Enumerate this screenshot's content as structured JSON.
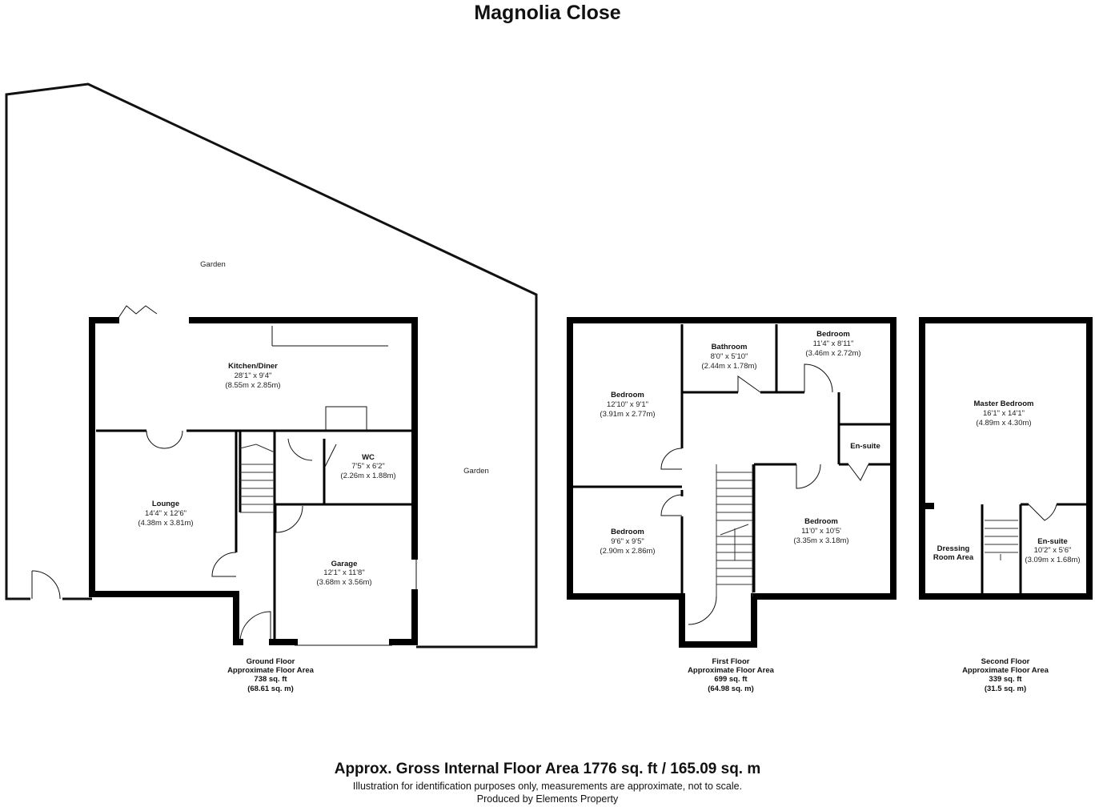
{
  "title": "Magnolia Close",
  "ground_floor": {
    "rooms": {
      "garden_top": {
        "name": "Garden"
      },
      "garden_right": {
        "name": "Garden"
      },
      "kitchen": {
        "name": "Kitchen/Diner",
        "imperial": "28'1\" x 9'4\"",
        "metric": "(8.55m x 2.85m)"
      },
      "lounge": {
        "name": "Lounge",
        "imperial": "14'4\" x 12'6\"",
        "metric": "(4.38m x 3.81m)"
      },
      "wc": {
        "name": "WC",
        "imperial": "7'5\" x 6'2\"",
        "metric": "(2.26m x 1.88m)"
      },
      "garage": {
        "name": "Garage",
        "imperial": "12'1\" x 11'8\"",
        "metric": "(3.68m x 3.56m)"
      }
    },
    "area": {
      "line1": "Ground Floor",
      "line2": "Approximate Floor Area",
      "line3": "738 sq. ft",
      "line4": "(68.61 sq. m)"
    }
  },
  "first_floor": {
    "rooms": {
      "bathroom": {
        "name": "Bathroom",
        "imperial": "8'0\" x 5'10\"",
        "metric": "(2.44m x 1.78m)"
      },
      "bedroom_tr": {
        "name": "Bedroom",
        "imperial": "11'4\" x 8'11\"",
        "metric": "(3.46m x 2.72m)"
      },
      "bedroom_tl": {
        "name": "Bedroom",
        "imperial": "12'10\" x 9'1\"",
        "metric": "(3.91m x 2.77m)"
      },
      "ensuite": {
        "name": "En-suite"
      },
      "bedroom_bl": {
        "name": "Bedroom",
        "imperial": "9'6\" x 9'5\"",
        "metric": "(2.90m x 2.86m)"
      },
      "bedroom_br": {
        "name": "Bedroom",
        "imperial": "11'0\" x 10'5'",
        "metric": "(3.35m x 3.18m)"
      }
    },
    "area": {
      "line1": "First Floor",
      "line2": "Approximate Floor Area",
      "line3": "699 sq. ft",
      "line4": "(64.98 sq. m)"
    }
  },
  "second_floor": {
    "rooms": {
      "master": {
        "name": "Master Bedroom",
        "imperial": "16'1\" x 14'1\"",
        "metric": "(4.89m x 4.30m)"
      },
      "dressing": {
        "name1": "Dressing",
        "name2": "Room Area"
      },
      "ensuite": {
        "name": "En-suite",
        "imperial": "10'2\" x 5'6\"",
        "metric": "(3.09m x 1.68m)"
      }
    },
    "area": {
      "line1": "Second Floor",
      "line2": "Approximate Floor Area",
      "line3": "339 sq. ft",
      "line4": "(31.5 sq. m)"
    }
  },
  "footer": {
    "gross_area": "Approx. Gross Internal Floor Area 1776 sq. ft / 165.09 sq. m",
    "disclaimer": "Illustration for identification purposes only, measurements are approximate, not to scale.",
    "producer": "Produced by Elements Property"
  },
  "colors": {
    "wall": "#000000",
    "line": "#111111",
    "background": "#ffffff"
  }
}
